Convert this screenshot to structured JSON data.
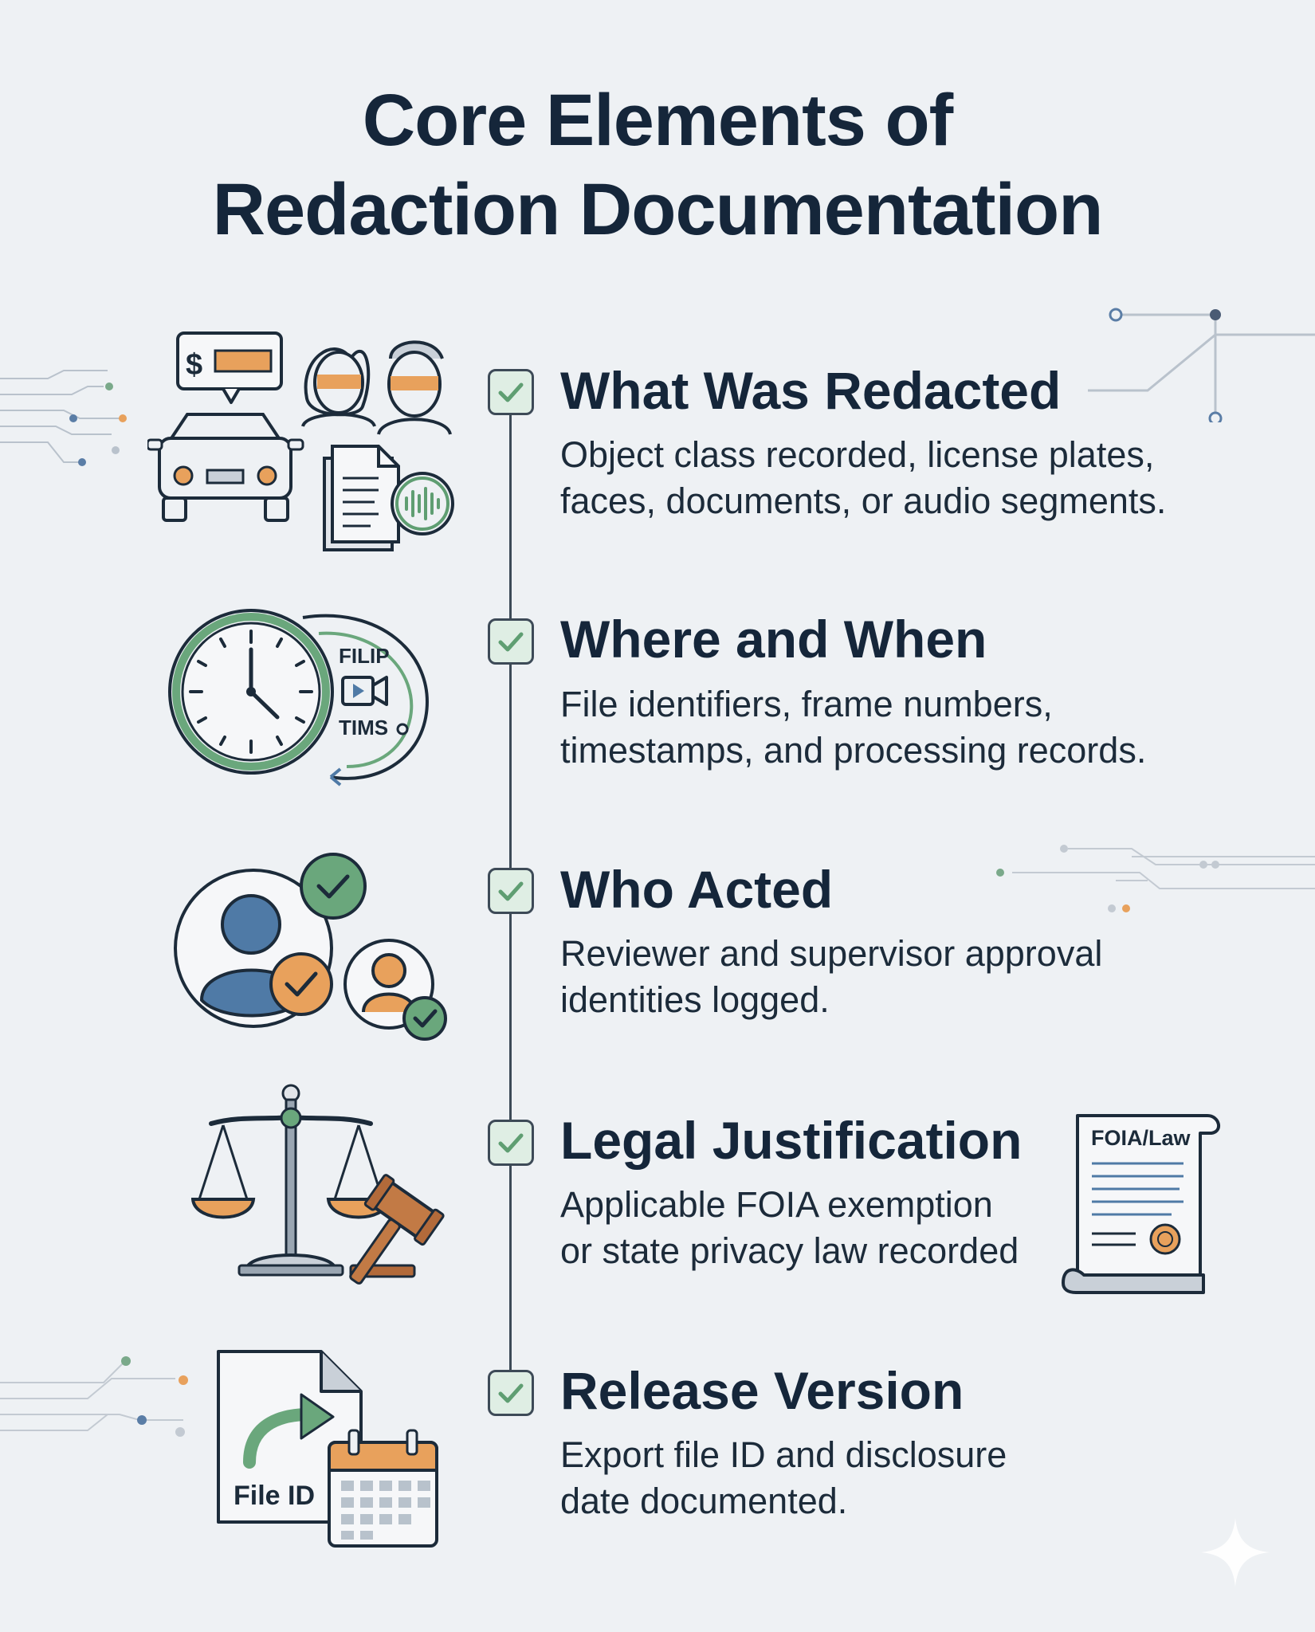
{
  "title": {
    "line1": "Core Elements of",
    "line2": "Redaction Documentation"
  },
  "sections": [
    {
      "title": "What Was Redacted",
      "desc_line1": "Object class recorded, license plates,",
      "desc_line2": "faces, documents, or audio segments.",
      "icons": [
        "dollar-bubble-icon",
        "redacted-faces-icon",
        "car-icon",
        "document-audio-icon"
      ]
    },
    {
      "title": "Where and When",
      "desc_line1": "File identifiers, frame numbers,",
      "desc_line2": "timestamps, and processing records.",
      "icons": [
        "clock-icon",
        "video-camera-icon"
      ],
      "icon_label_top": "FILIP",
      "icon_label_bottom": "TIMS"
    },
    {
      "title": "Who Acted",
      "desc_line1": "Reviewer and supervisor approval",
      "desc_line2": "identities logged.",
      "icons": [
        "reviewer-icon",
        "supervisor-icon",
        "check-badge-icon"
      ]
    },
    {
      "title": "Legal Justification",
      "desc_line1": "Applicable FOIA exemption",
      "desc_line2": "or state privacy law recorded",
      "icons": [
        "scales-icon",
        "gavel-icon",
        "legal-scroll-icon"
      ],
      "scroll_label": "FOIA/Law"
    },
    {
      "title": "Release Version",
      "desc_line1": "Export file ID and disclosure",
      "desc_line2": "date documented.",
      "icons": [
        "export-file-icon",
        "calendar-icon"
      ],
      "file_label": "File ID"
    }
  ],
  "colors": {
    "background": "#eef1f4",
    "navy": "#15263a",
    "green": "#5f9e72",
    "orange": "#e8a15c",
    "blue": "#4f7aa6",
    "check_fill": "#dfeee4"
  }
}
